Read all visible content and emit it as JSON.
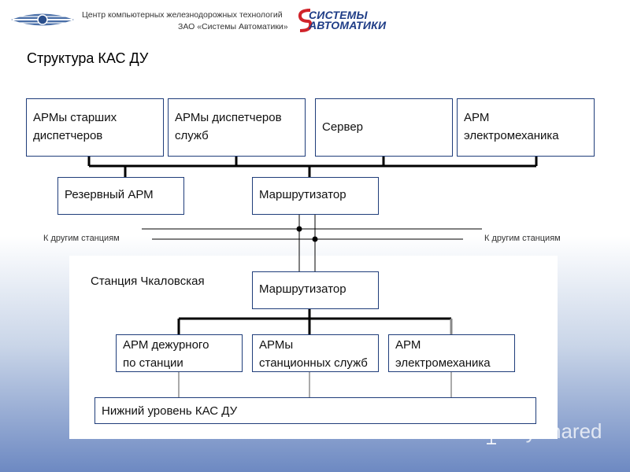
{
  "header": {
    "org_line1": "Центр компьютерных железнодорожных технологий",
    "org_line2": "ЗАО «Системы Автоматики»",
    "brand_line1": "СИСТЕМЫ",
    "brand_line2": "АВТОМАТИКИ"
  },
  "title": "Структура КАС ДУ",
  "top_row": [
    {
      "line1": "АРМы старших",
      "line2": "диспетчеров"
    },
    {
      "line1": "АРМы диспетчеров",
      "line2": "служб"
    },
    {
      "line1": "Сервер"
    },
    {
      "line1": "АРМ",
      "line2": "электромеханика"
    }
  ],
  "middle_row": {
    "reserve_arm": "Резервный АРМ",
    "router": "Маршрутизатор"
  },
  "links": {
    "left": "К другим станциям",
    "right": "К другим станциям"
  },
  "station": {
    "label": "Станция Чкаловская",
    "router": "Маршрутизатор",
    "boxes": [
      {
        "line1": "АРМ дежурного",
        "line2": "по станции"
      },
      {
        "line1": "АРМы",
        "line2": "станционных служб"
      },
      {
        "line1": "АРМ",
        "line2": "электромеханика"
      }
    ],
    "lower_level": "Нижний уровень КАС ДУ"
  },
  "watermark": "MyShared",
  "colors": {
    "box_border": "#1f3d7a",
    "brand": "#1e3c86",
    "brand_accent": "#d0232a"
  }
}
